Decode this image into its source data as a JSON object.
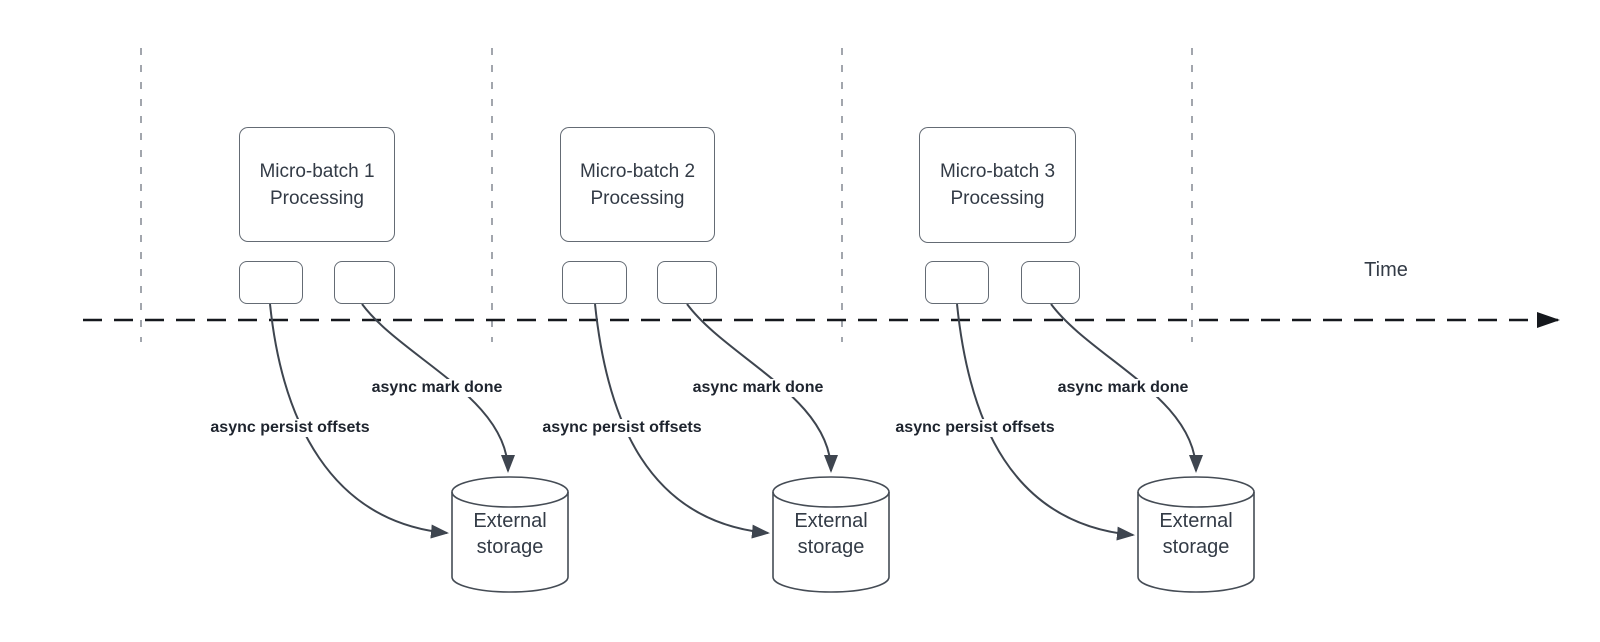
{
  "axis": {
    "label": "Time"
  },
  "groups": [
    {
      "box_label": "Micro-batch 1\nProcessing",
      "persist_label": "async persist offsets",
      "done_label": "async mark done",
      "storage_label": "External\nstorage"
    },
    {
      "box_label": "Micro-batch 2\nProcessing",
      "persist_label": "async persist offsets",
      "done_label": "async mark done",
      "storage_label": "External\nstorage"
    },
    {
      "box_label": "Micro-batch 3\nProcessing",
      "persist_label": "async persist offsets",
      "done_label": "async mark done",
      "storage_label": "External\nstorage"
    }
  ],
  "colors": {
    "timeline": "#15181d",
    "guide_line": "#a2a6ad",
    "arrow_line": "#3e454f",
    "box_border": "#646b74",
    "box_text": "#333b46",
    "label_text": "#1e242e",
    "background": "#ffffff"
  }
}
